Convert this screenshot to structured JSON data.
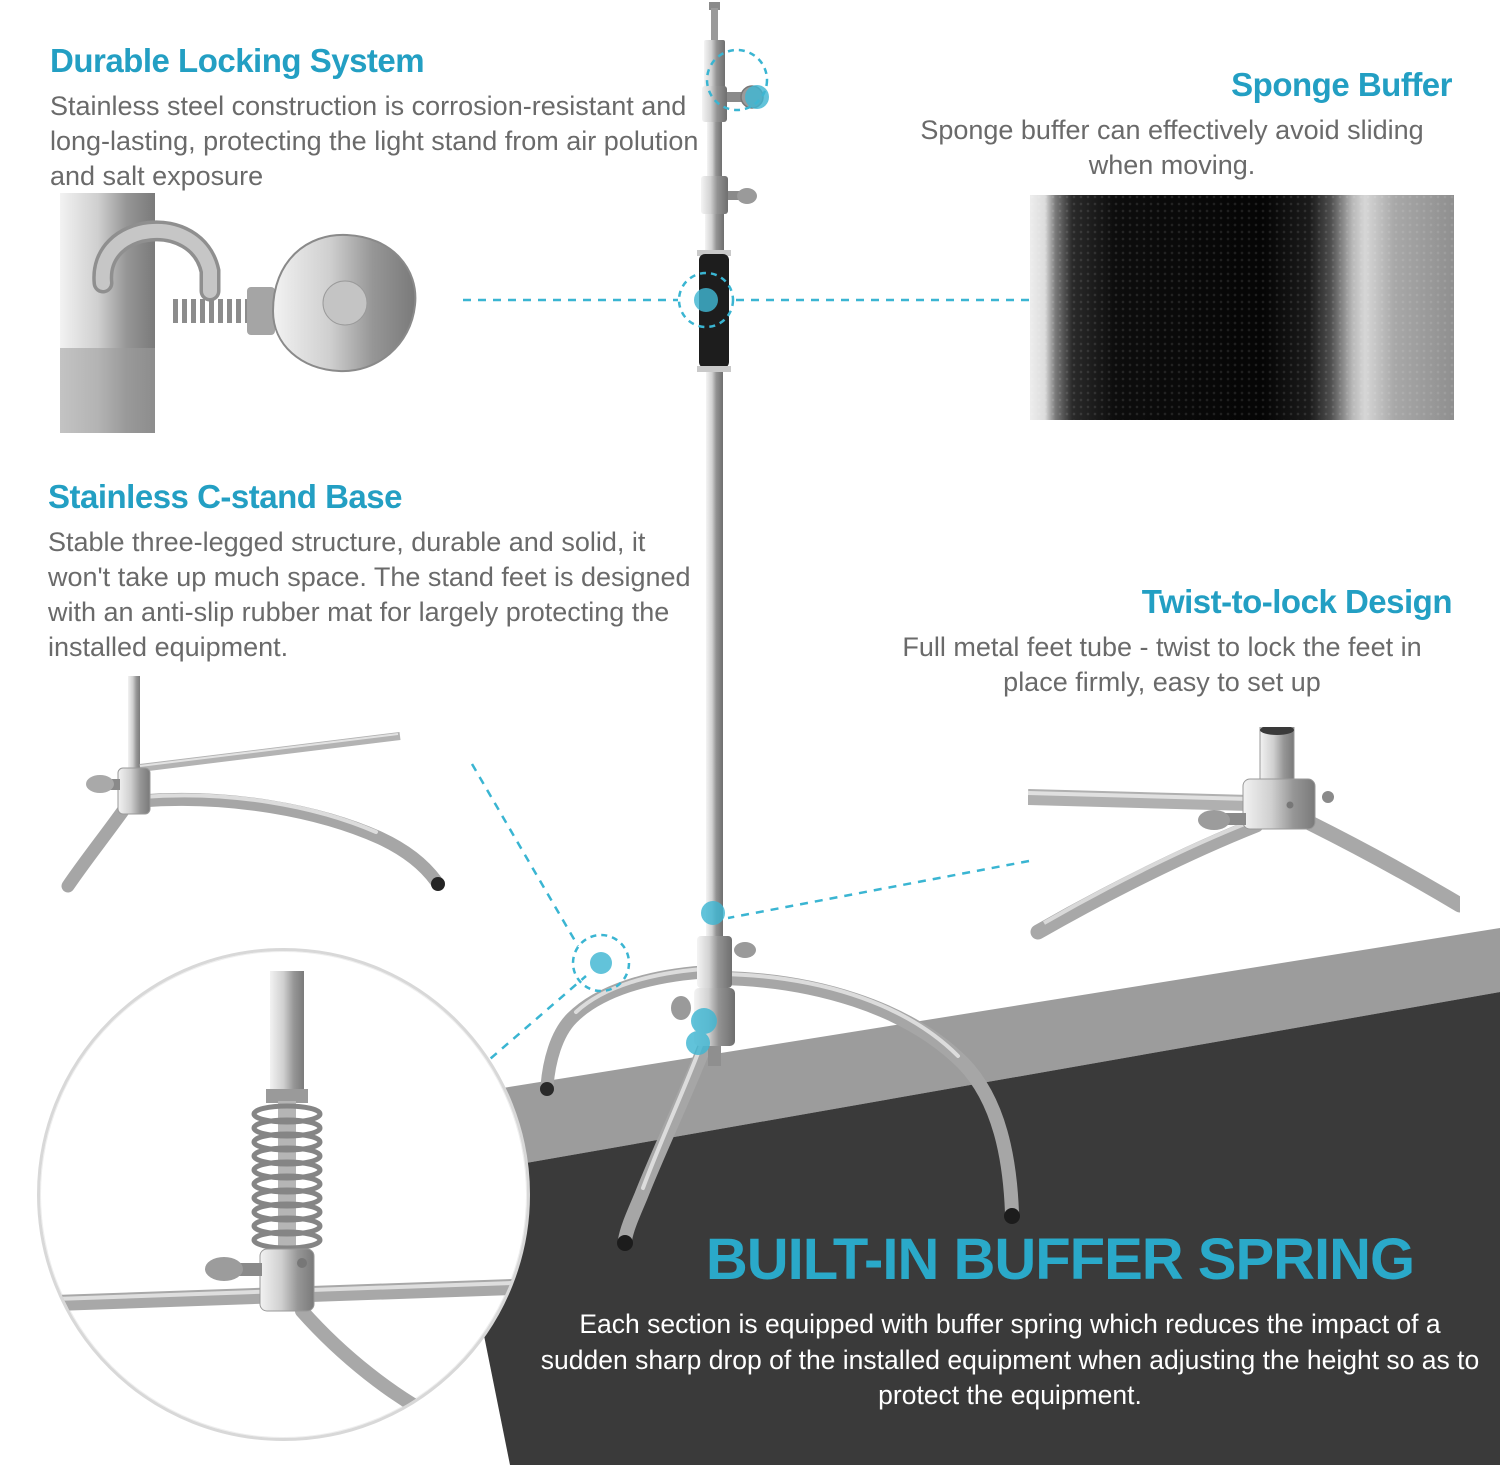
{
  "colors": {
    "accent": "#239fc3",
    "connector": "#3ab5d2",
    "banner_title": "#2aa9c9",
    "band_dark": "#3a3a3a",
    "band_gray": "#9c9c9c"
  },
  "callouts": {
    "durable_locking": {
      "title": "Durable Locking System",
      "body": "Stainless steel construction is corrosion-resistant and long-lasting, protecting the light stand from air polution and salt exposure"
    },
    "sponge_buffer": {
      "title": "Sponge Buffer",
      "body": "Sponge buffer can effectively avoid sliding when moving."
    },
    "cstand_base": {
      "title": "Stainless C-stand Base",
      "body": "Stable three-legged structure, durable and solid, it won't take up much space. The stand feet is designed with an anti-slip rubber mat for largely protecting the installed equipment."
    },
    "twist_lock": {
      "title": "Twist-to-lock Design",
      "body": "Full metal feet tube - twist to lock the feet in place firmly, easy to set up"
    }
  },
  "banner": {
    "title": "BUILT-IN BUFFER SPRING",
    "body": "Each section is equipped with buffer spring which reduces the impact of a sudden sharp drop of  the installed equipment when adjusting the height so as to protect the equipment."
  }
}
